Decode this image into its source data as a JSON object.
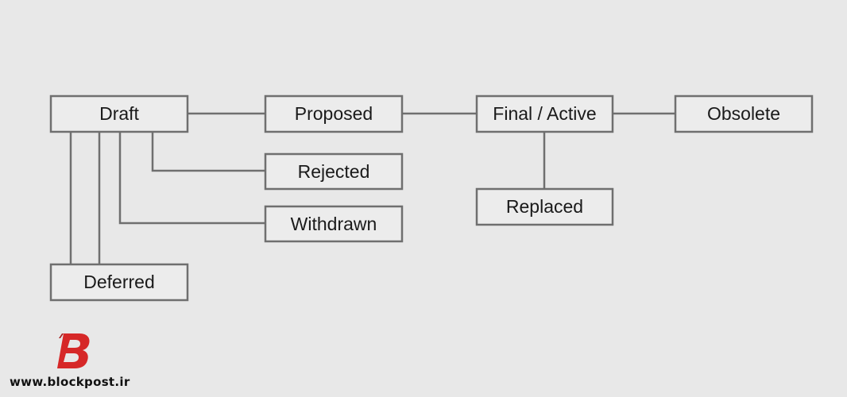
{
  "diagram": {
    "nodes": {
      "draft": "Draft",
      "proposed": "Proposed",
      "final_active": "Final / Active",
      "obsolete": "Obsolete",
      "rejected": "Rejected",
      "withdrawn": "Withdrawn",
      "deferred": "Deferred",
      "replaced": "Replaced"
    }
  },
  "logo": {
    "icon": "brand-b-icon",
    "url": "www.blockpost.ir",
    "color": "#d62828"
  }
}
